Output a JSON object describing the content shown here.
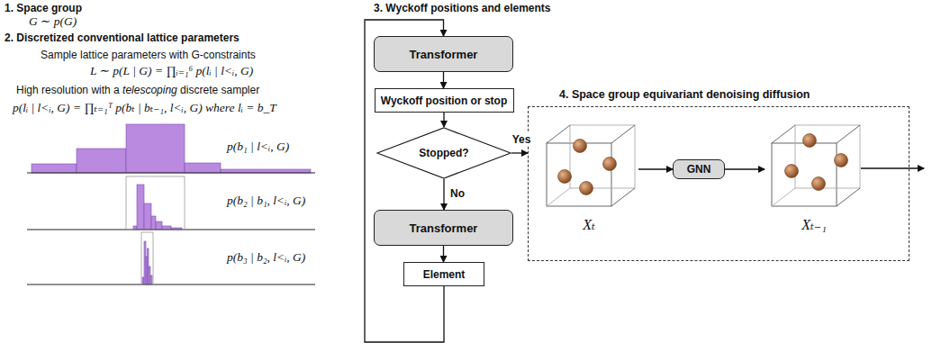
{
  "diagram": {
    "nodes": [
      {
        "text": [
          "Transformer"
        ]
      },
      {
        "text": [
          "Wyckoff position or stop"
        ]
      },
      {
        "text": [
          "Stopped?"
        ]
      },
      {
        "text": [
          "Transformer"
        ]
      },
      {
        "text": [
          "Element"
        ]
      },
      {
        "text": [
          "4. Space group equivariant denoising diffusion"
        ]
      },
      {
        "text": [
          "Xₜ"
        ],
        "in": 5
      },
      {
        "text": [
          "GNN"
        ],
        "in": 5
      },
      {
        "text": [
          "Xₜ₋₁"
        ],
        "in": 5
      }
    ],
    "edges": [
      {
        "from": 0,
        "to": 1,
        "arrow": "to"
      },
      {
        "from": 1,
        "to": 2,
        "arrow": "to"
      },
      {
        "from": 2,
        "to": 5,
        "label": "Yes",
        "arrow": "to"
      },
      {
        "from": 2,
        "to": 3,
        "label": "No",
        "arrow": "to"
      },
      {
        "from": 3,
        "to": 4,
        "arrow": "to"
      },
      {
        "from": 4,
        "to": 0,
        "arrow": "to"
      },
      {
        "from": 6,
        "to": 7,
        "arrow": "to"
      },
      {
        "from": 7,
        "to": 8,
        "arrow": "to"
      }
    ],
    "labels": [
      "1. Space group",
      "G ∼ p(G)",
      "2. Discretized conventional lattice parameters",
      "Sample lattice parameters with G-constraints",
      "L ∼ p(L | G) = ∏ᵢ₌₁⁶ p(lᵢ | l<ᵢ, G)",
      "High resolution with a ",
      "telescoping",
      " discrete sampler",
      "p(lᵢ | l<ᵢ, G) = ∏ₜ₌₁ᵀ p(bₜ | bₜ₋₁, l<ᵢ, G) where lᵢ = b_T",
      "p(b₁ | l<ᵢ, G)",
      "p(b₂ | b₁, l<ᵢ, G)",
      "p(b₃ | b₂, l<ᵢ, G)",
      "3. Wyckoff positions and elements"
    ]
  }
}
